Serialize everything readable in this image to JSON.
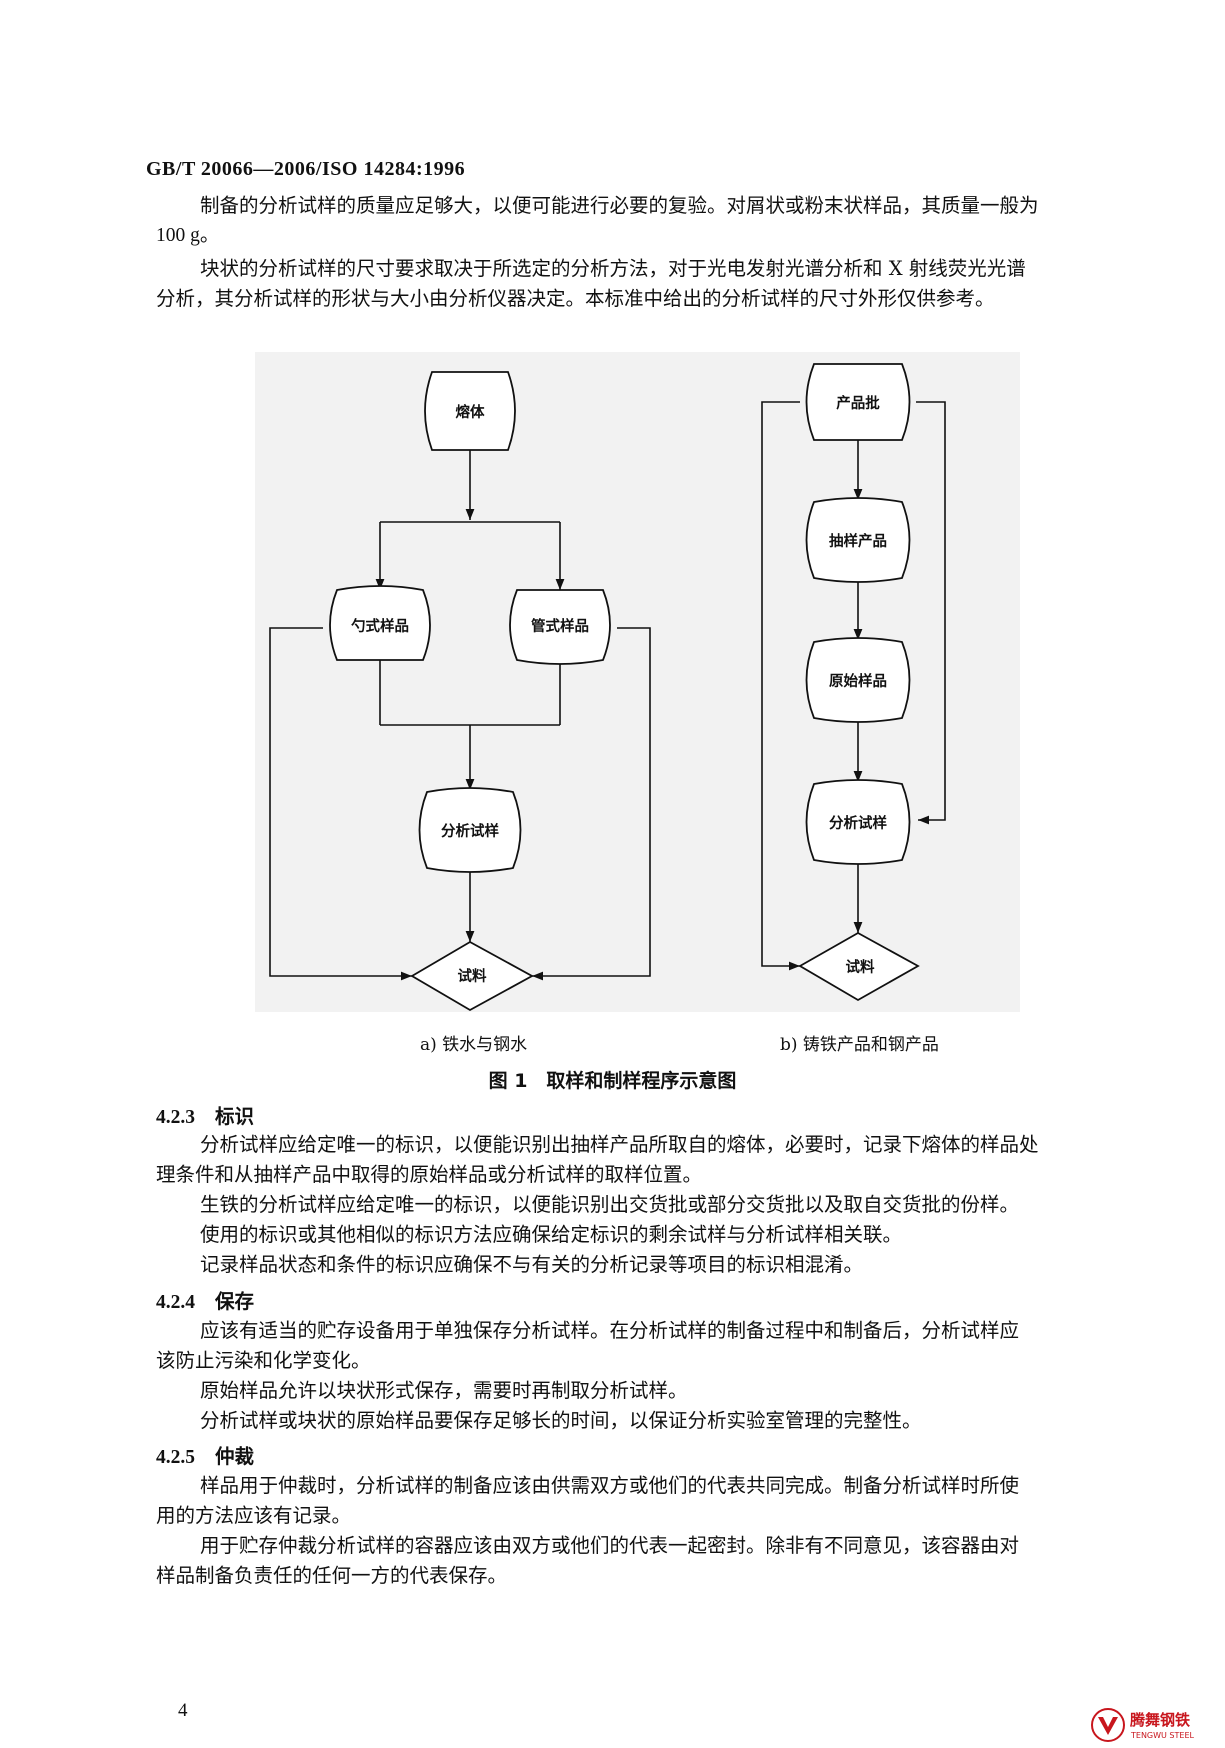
{
  "header": "GB/T 20066—2006/ISO 14284:1996",
  "intro": {
    "p1": [
      "制备的分析试样的质量应足够大，以便可能进行必要的复验。对屑状或粉末状样品，其质量一般为",
      "100 g。"
    ],
    "p2": [
      "块状的分析试样的尺寸要求取决于所选定的分析方法，对于光电发射光谱分析和 X 射线荧光光谱",
      "分析，其分析试样的形状与大小由分析仪器决定。本标准中给出的分析试样的尺寸外形仅供参考。"
    ]
  },
  "figure": {
    "a": {
      "nodes": {
        "melt": "熔体",
        "spoon": "勺式样品",
        "tube": "管式样品",
        "analysis": "分析试样",
        "test": "试料"
      },
      "caption": "a) 铁水与钢水"
    },
    "b": {
      "nodes": {
        "lot": "产品批",
        "sampled": "抽样产品",
        "original": "原始样品",
        "analysis": "分析试样",
        "test": "试料"
      },
      "caption": "b) 铸铁产品和钢产品"
    },
    "title": "图 1　取样和制样程序示意图"
  },
  "sections": [
    {
      "num": "4.2.3",
      "title": "标识",
      "paras": [
        [
          "分析试样应给定唯一的标识，以便能识别出抽样产品所取自的熔体，必要时，记录下熔体的样品处",
          "理条件和从抽样产品中取得的原始样品或分析试样的取样位置。"
        ],
        [
          "生铁的分析试样应给定唯一的标识，以便能识别出交货批或部分交货批以及取自交货批的份样。"
        ],
        [
          "使用的标识或其他相似的标识方法应确保给定标识的剩余试样与分析试样相关联。"
        ],
        [
          "记录样品状态和条件的标识应确保不与有关的分析记录等项目的标识相混淆。"
        ]
      ]
    },
    {
      "num": "4.2.4",
      "title": "保存",
      "paras": [
        [
          "应该有适当的贮存设备用于单独保存分析试样。在分析试样的制备过程中和制备后，分析试样应",
          "该防止污染和化学变化。"
        ],
        [
          "原始样品允许以块状形式保存，需要时再制取分析试样。"
        ],
        [
          "分析试样或块状的原始样品要保存足够长的时间，以保证分析实验室管理的完整性。"
        ]
      ]
    },
    {
      "num": "4.2.5",
      "title": "仲裁",
      "paras": [
        [
          "样品用于仲裁时，分析试样的制备应该由供需双方或他们的代表共同完成。制备分析试样时所使",
          "用的方法应该有记录。"
        ],
        [
          "用于贮存仲裁分析试样的容器应该由双方或他们的代表一起密封。除非有不同意见，该容器由对",
          "样品制备负责任的任何一方的代表保存。"
        ]
      ]
    }
  ],
  "page_number": "4",
  "watermark": {
    "cn": "腾舞钢铁",
    "en": "TENGWU STEEL",
    "color": "#c8161d"
  }
}
